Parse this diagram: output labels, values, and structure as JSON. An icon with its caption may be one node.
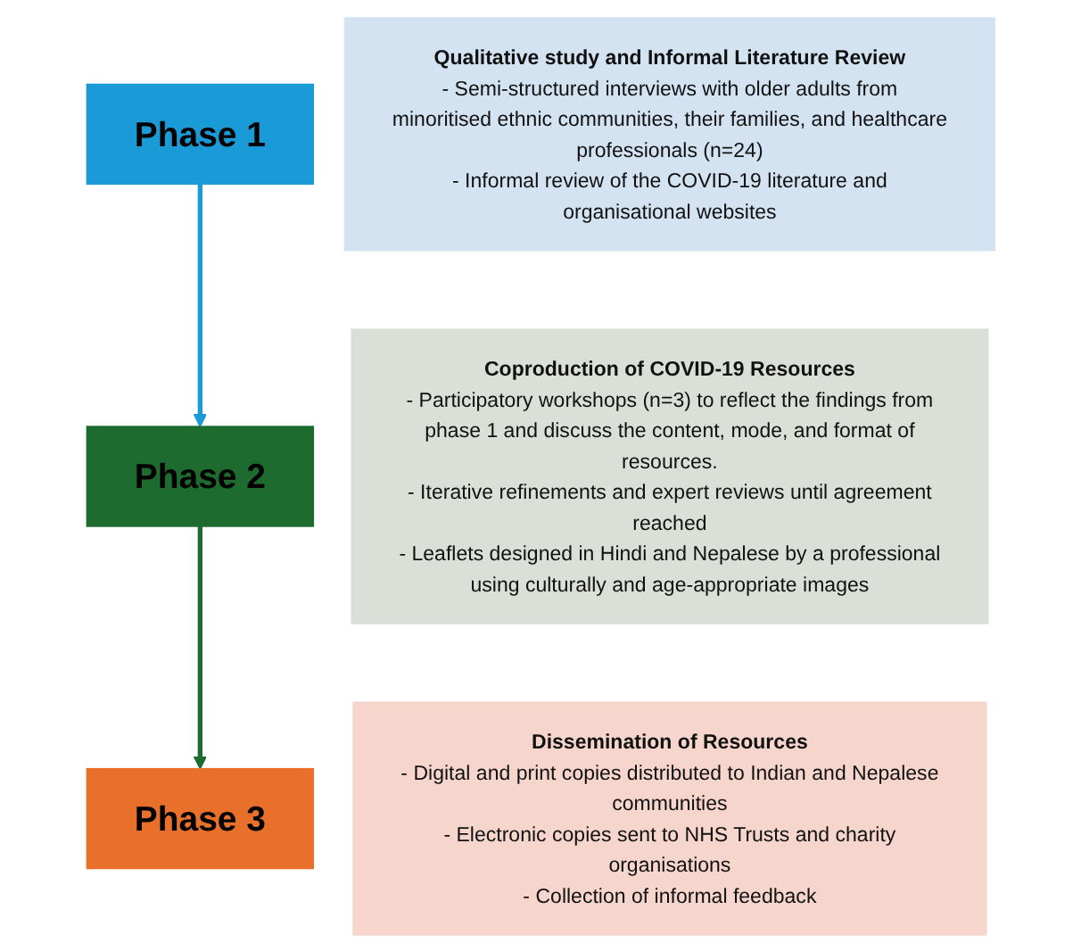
{
  "diagram": {
    "nodes": [
      {
        "text": [
          "Phase 1"
        ]
      },
      {
        "text": [
          "Qualitative study and Informal Literature Review",
          "- Semi-structured interviews with older adults from minoritised ethnic communities, their families, and healthcare professionals (n=24)",
          "- Informal review of the COVID-19 literature and organisational websites"
        ]
      },
      {
        "text": [
          "Phase 2"
        ]
      },
      {
        "text": [
          "Coproduction of COVID-19 Resources",
          "- Participatory workshops (n=3) to reflect the findings from phase 1 and discuss the content, mode, and format of resources.",
          "- Iterative refinements and expert reviews until agreement reached",
          "- Leaflets designed in Hindi and Nepalese by a professional using culturally and age-appropriate images"
        ]
      },
      {
        "text": [
          "Phase 3"
        ]
      },
      {
        "text": [
          "Dissemination of Resources",
          "- Digital and print copies distributed to Indian and Nepalese communities",
          "- Electronic copies sent to NHS Trusts and charity organisations",
          "- Collection of informal feedback"
        ]
      }
    ],
    "edges": [
      {
        "from": 0,
        "to": 2,
        "arrow": "to",
        "color": "#1a9bd7"
      },
      {
        "from": 2,
        "to": 4,
        "arrow": "to",
        "color": "#1e6b30"
      }
    ]
  }
}
